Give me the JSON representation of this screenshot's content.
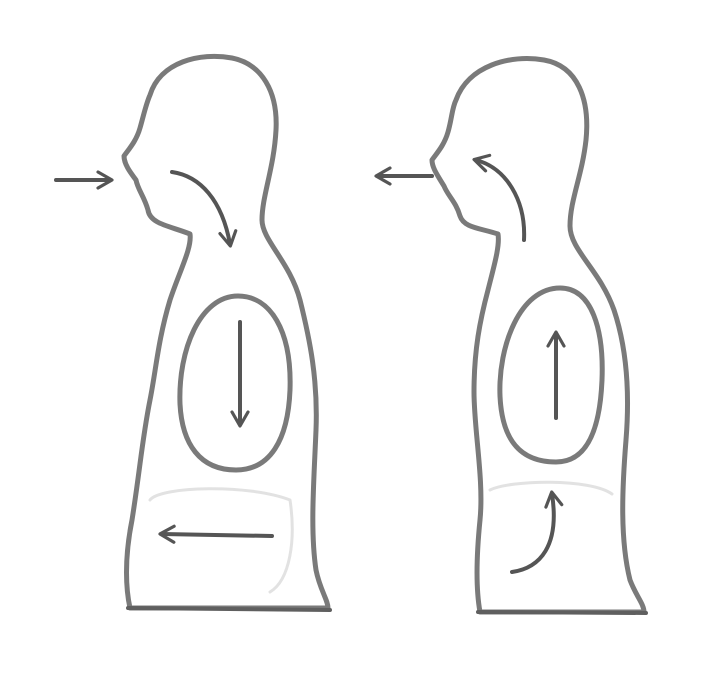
{
  "diagram": {
    "panels": [
      {
        "id": "inhale",
        "arrows": [
          "air-in-arrow",
          "airway-down-arrow",
          "lung-down-arrow",
          "belly-out-arrow"
        ]
      },
      {
        "id": "exhale",
        "arrows": [
          "air-out-arrow",
          "airway-up-arrow",
          "lung-up-arrow",
          "belly-up-arrow"
        ]
      }
    ]
  },
  "colors": {
    "outline": "#7a7a7a",
    "outline_dark": "#5f5f5f",
    "arrow": "#555555",
    "background": "#ffffff"
  }
}
